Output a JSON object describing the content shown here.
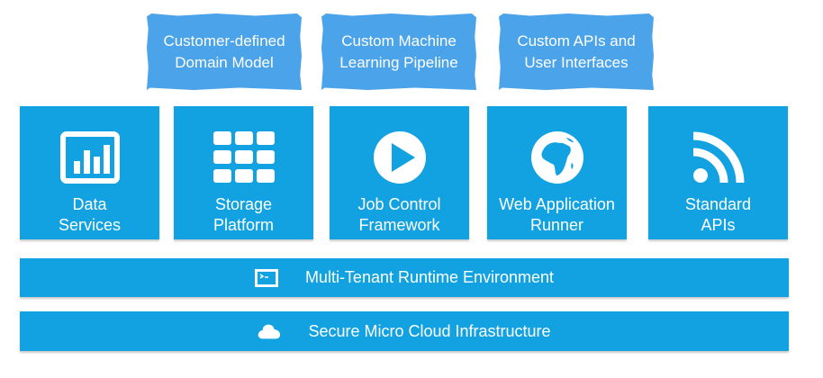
{
  "custom_layer": [
    {
      "line1": "Customer-defined",
      "line2": "Domain Model"
    },
    {
      "line1": "Custom Machine",
      "line2": "Learning Pipeline"
    },
    {
      "line1": "Custom APIs and",
      "line2": "User Interfaces"
    }
  ],
  "services": [
    {
      "icon": "bar-chart-icon",
      "line1": "Data",
      "line2": "Services"
    },
    {
      "icon": "grid-icon",
      "line1": "Storage",
      "line2": "Platform"
    },
    {
      "icon": "play-icon",
      "line1": "Job Control",
      "line2": "Framework"
    },
    {
      "icon": "globe-icon",
      "line1": "Web Application",
      "line2": "Runner"
    },
    {
      "icon": "rss-icon",
      "line1": "Standard",
      "line2": "APIs"
    }
  ],
  "layers": [
    {
      "icon": "terminal-icon",
      "label": "Multi-Tenant Runtime Environment"
    },
    {
      "icon": "cloud-icon",
      "label": "Secure Micro Cloud Infrastructure"
    }
  ],
  "colors": {
    "tile": "#12a2e2",
    "tape": "#4ba3ea",
    "text": "#ffffff"
  }
}
